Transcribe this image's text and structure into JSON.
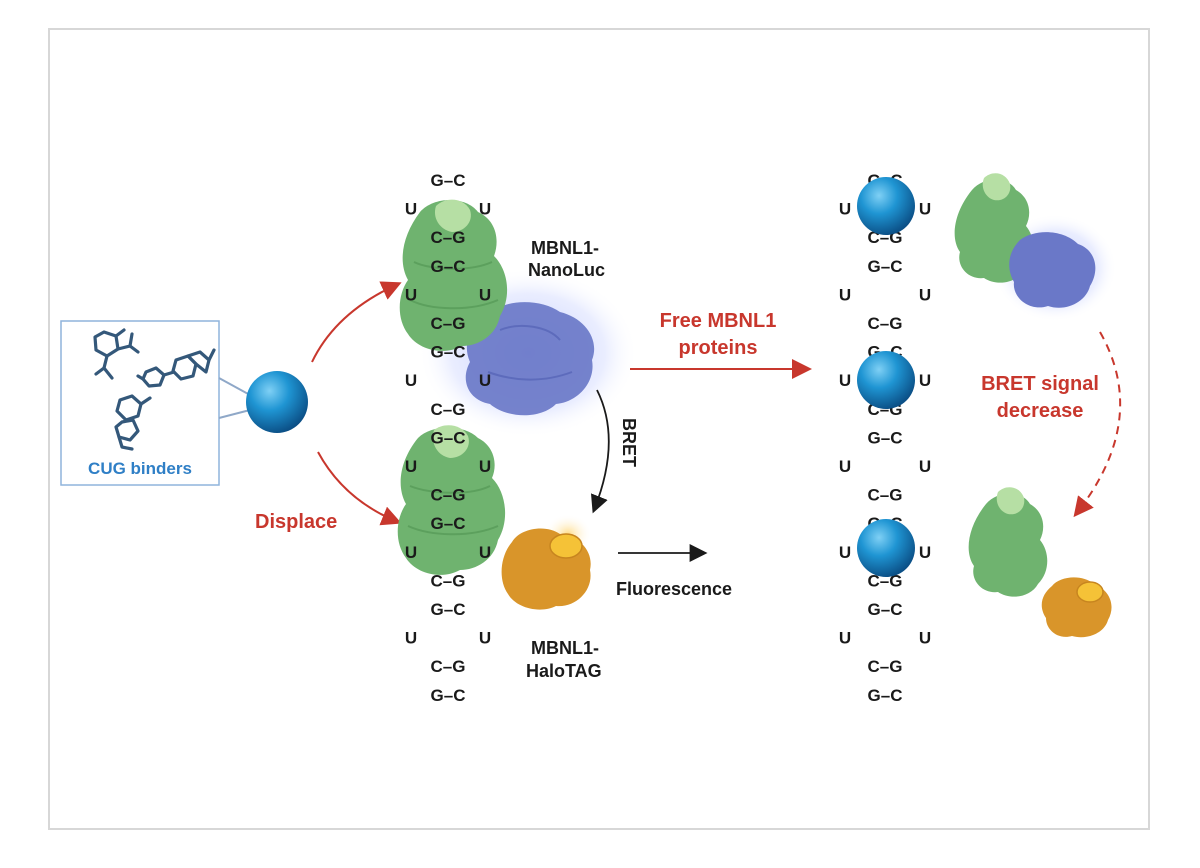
{
  "labels": {
    "cug_binders": "CUG binders",
    "displace": "Displace",
    "mbnl1_nanoluc_line1": "MBNL1-",
    "mbnl1_nanoluc_line2": "NanoLuc",
    "bret": "BRET",
    "mbnl1_halotag_line1": "MBNL1-",
    "mbnl1_halotag_line2": "HaloTAG",
    "free_mbnl1_line1": "Free MBNL1",
    "free_mbnl1_line2": "proteins",
    "fluorescence": "Fluorescence",
    "bret_signal_line1": "BRET signal",
    "bret_signal_line2": "decrease"
  },
  "rna_left": [
    {
      "type": "pair",
      "text": "G–C"
    },
    {
      "type": "loop",
      "l": "U",
      "r": "U"
    },
    {
      "type": "pair",
      "text": "C–G"
    },
    {
      "type": "pair",
      "text": "G–C"
    },
    {
      "type": "loop",
      "l": "U",
      "r": "U"
    },
    {
      "type": "pair",
      "text": "C–G"
    },
    {
      "type": "pair",
      "text": "G–C"
    },
    {
      "type": "loop",
      "l": "U",
      "r": "U"
    },
    {
      "type": "pair",
      "text": "C–G"
    },
    {
      "type": "pair",
      "text": "G–C"
    },
    {
      "type": "loop",
      "l": "U",
      "r": "U"
    },
    {
      "type": "pair",
      "text": "C–G"
    },
    {
      "type": "pair",
      "text": "G–C"
    },
    {
      "type": "loop",
      "l": "U",
      "r": "U"
    },
    {
      "type": "pair",
      "text": "C–G"
    },
    {
      "type": "pair",
      "text": "G–C"
    },
    {
      "type": "loop",
      "l": "U",
      "r": "U"
    },
    {
      "type": "pair",
      "text": "C–G"
    },
    {
      "type": "pair",
      "text": "G–C"
    }
  ],
  "rna_right": [
    {
      "type": "pair",
      "text": "G–C"
    },
    {
      "type": "loop",
      "l": "U",
      "r": "U"
    },
    {
      "type": "pair",
      "text": "C–G"
    },
    {
      "type": "pair",
      "text": "G–C"
    },
    {
      "type": "loop",
      "l": "U",
      "r": "U"
    },
    {
      "type": "pair",
      "text": "C–G"
    },
    {
      "type": "pair",
      "text": "G–C"
    },
    {
      "type": "loop",
      "l": "U",
      "r": "U"
    },
    {
      "type": "pair",
      "text": "C–G"
    },
    {
      "type": "pair",
      "text": "G–C"
    },
    {
      "type": "loop",
      "l": "U",
      "r": "U"
    },
    {
      "type": "pair",
      "text": "C–G"
    },
    {
      "type": "pair",
      "text": "G–C"
    },
    {
      "type": "loop",
      "l": "U",
      "r": "U"
    },
    {
      "type": "pair",
      "text": "C–G"
    },
    {
      "type": "pair",
      "text": "G–C"
    },
    {
      "type": "loop",
      "l": "U",
      "r": "U"
    },
    {
      "type": "pair",
      "text": "C–G"
    },
    {
      "type": "pair",
      "text": "G–C"
    }
  ],
  "colors": {
    "accent_red": "#c8372d",
    "binder_blue": "#2f7fc6",
    "molecule_blue": "#1d8fd0",
    "mbnl1_green": "#6fb36f",
    "nanoluc_purple": "#6a78c8",
    "halotag_orange": "#d9952a"
  }
}
